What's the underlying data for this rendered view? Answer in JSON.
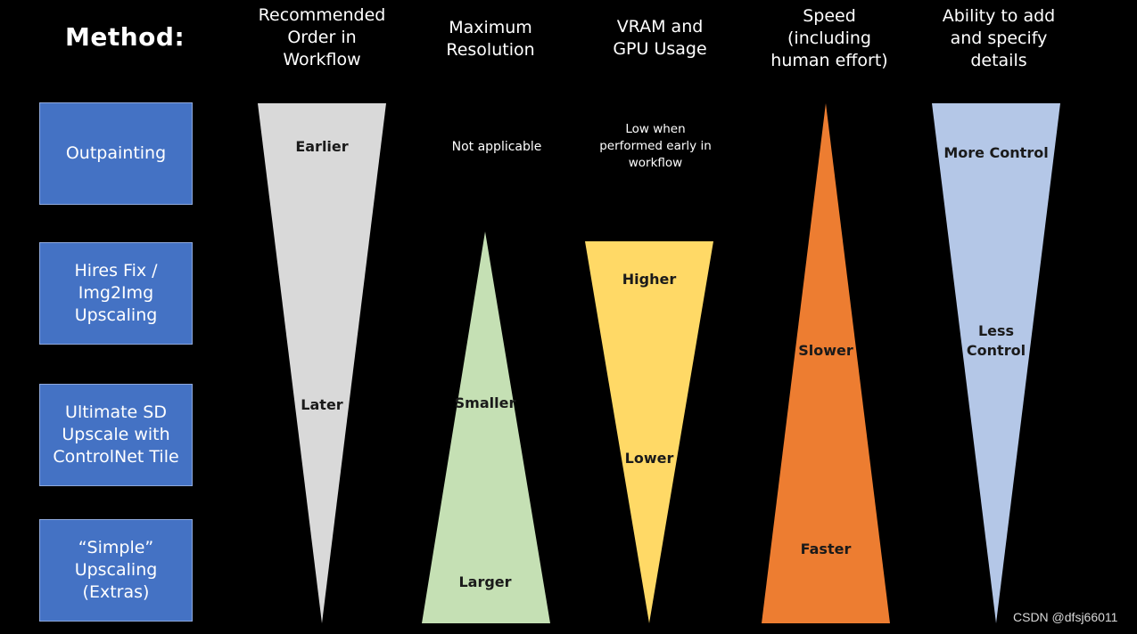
{
  "method_title": "Method:",
  "methods": [
    "Outpainting",
    "Hires Fix / Img2Img Upscaling",
    "Ultimate SD Upscale with ControlNet Tile",
    "“Simple” Upscaling (Extras)"
  ],
  "headers": {
    "order": "Recommended\nOrder in\nWorkflow",
    "resolution": "Maximum\nResolution",
    "vram": "VRAM and\nGPU Usage",
    "speed": "Speed\n(including\nhuman effort)",
    "control": "Ability to add\nand specify\ndetails"
  },
  "labels": {
    "order_top": "Earlier",
    "order_bottom": "Later",
    "resolution_note": "Not applicable",
    "resolution_mid": "Smaller",
    "resolution_bottom": "Larger",
    "vram_note": "Low when\nperformed early in\nworkflow",
    "vram_top": "Higher",
    "vram_bottom": "Lower",
    "speed_mid": "Slower",
    "speed_bottom": "Faster",
    "control_top": "More Control",
    "control_mid": "Less\nControl"
  },
  "colors": {
    "method_box": "#4472c4",
    "order": "#d9d9d9",
    "resolution": "#c5e0b4",
    "vram": "#ffd966",
    "speed": "#ed7d31",
    "control": "#b4c7e7"
  },
  "watermark": "CSDN @dfsj66011"
}
